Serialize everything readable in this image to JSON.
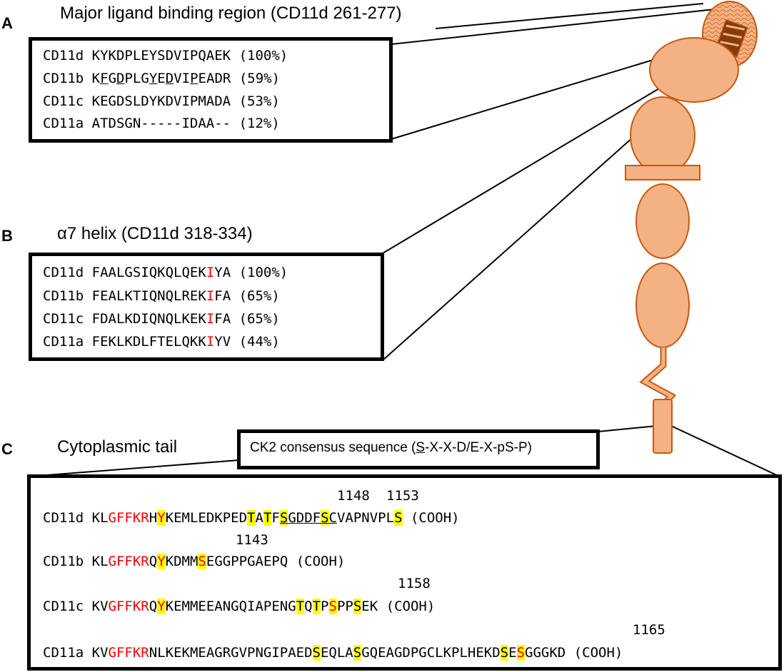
{
  "colors": {
    "domain_fill": "#f4b183",
    "domain_stroke": "#c55a11",
    "motif_fill": "#843c0c",
    "residue_red": "#ff0000",
    "highlight": "#ffff00"
  },
  "panel_a": {
    "letter": "A",
    "heading": "Major ligand binding region (CD11d 261-277)",
    "rows": [
      {
        "name": "CD11d",
        "seq": "KYKDPLEYSDVIPQAEK",
        "pct": "(100%)"
      },
      {
        "name": "CD11b",
        "seq": "KFGDPLGYEDVIPEADR",
        "pct": "(59%)"
      },
      {
        "name": "CD11c",
        "seq": "KEGDSLDYKDVIPMADA",
        "pct": "(53%)"
      },
      {
        "name": "CD11a",
        "seq": "ATDSGN-----IDAA--",
        "pct": "(12%)"
      }
    ]
  },
  "panel_b": {
    "letter": "B",
    "heading": "α7 helix (CD11d 318-334)",
    "rows": [
      {
        "name": "CD11d",
        "seq_pre": "FAALGSIQKQLQEK",
        "seq_red": "I",
        "seq_post": "YA",
        "pct": "(100%)"
      },
      {
        "name": "CD11b",
        "seq_pre": "FEALKTIQNQLREK",
        "seq_red": "I",
        "seq_post": "FA",
        "pct": "(65%)"
      },
      {
        "name": "CD11c",
        "seq_pre": "FDALKDIQNQLKEK",
        "seq_red": "I",
        "seq_post": "FA",
        "pct": "(65%)"
      },
      {
        "name": "CD11a",
        "seq_pre": "FEKLKDLFTELQKK",
        "seq_red": "I",
        "seq_post": "YV",
        "pct": "(44%)"
      }
    ]
  },
  "panel_c": {
    "letter": "C",
    "heading": "Cytoplasmic tail",
    "ck2": {
      "pre": "CK2 consensus sequence (",
      "underlined": "S",
      "post": "-X-X-D/E-X-pS-P)"
    },
    "numbers": [
      "1148",
      "1153",
      "1143",
      "1158",
      "1165"
    ],
    "cooh": "(COOH)",
    "rows": [
      {
        "name": "CD11d",
        "segments": [
          {
            "t": "KL"
          },
          {
            "t": "GFFKR",
            "red": true
          },
          {
            "t": "H"
          },
          {
            "t": "Y",
            "red": true,
            "hl": true
          },
          {
            "t": "KEMLEDKPED"
          },
          {
            "t": "T",
            "hl": true
          },
          {
            "t": "A"
          },
          {
            "t": "T",
            "hl": true
          },
          {
            "t": "F"
          },
          {
            "t": "S",
            "hl": true,
            "ul": true
          },
          {
            "t": "GDDF",
            "ul": true
          },
          {
            "t": "S",
            "hl": true,
            "ul": true
          },
          {
            "t": "C",
            "ul": true
          },
          {
            "t": "VAPNVPL"
          },
          {
            "t": "S",
            "hl": true
          }
        ]
      },
      {
        "name": "CD11b",
        "segments": [
          {
            "t": "KL"
          },
          {
            "t": "GFFKR",
            "red": true
          },
          {
            "t": "Q"
          },
          {
            "t": "Y",
            "red": true,
            "hl": true
          },
          {
            "t": "KDMM"
          },
          {
            "t": "S",
            "red": true,
            "hl": true
          },
          {
            "t": "EGGPPGAEPQ"
          }
        ]
      },
      {
        "name": "CD11c",
        "segments": [
          {
            "t": "KV"
          },
          {
            "t": "GFFKR",
            "red": true
          },
          {
            "t": "Q"
          },
          {
            "t": "Y",
            "red": true,
            "hl": true
          },
          {
            "t": "KEMMEEANGQIAPENG"
          },
          {
            "t": "T",
            "hl": true
          },
          {
            "t": "Q"
          },
          {
            "t": "T",
            "hl": true
          },
          {
            "t": "P"
          },
          {
            "t": "S",
            "red": true,
            "hl": true
          },
          {
            "t": "PP"
          },
          {
            "t": "S",
            "hl": true
          },
          {
            "t": "EK"
          }
        ]
      },
      {
        "name": "CD11a",
        "segments": [
          {
            "t": "KV"
          },
          {
            "t": "GFFKR",
            "red": true
          },
          {
            "t": "NLKEKMEAGRGVPNGIPAED"
          },
          {
            "t": "S",
            "hl": true
          },
          {
            "t": "EQLA"
          },
          {
            "t": "S",
            "hl": true
          },
          {
            "t": "GQEAGDPGCLKPLHEKD"
          },
          {
            "t": "S",
            "hl": true
          },
          {
            "t": "E"
          },
          {
            "t": "S",
            "red": true,
            "hl": true
          },
          {
            "t": "GGGKD"
          }
        ]
      }
    ]
  }
}
